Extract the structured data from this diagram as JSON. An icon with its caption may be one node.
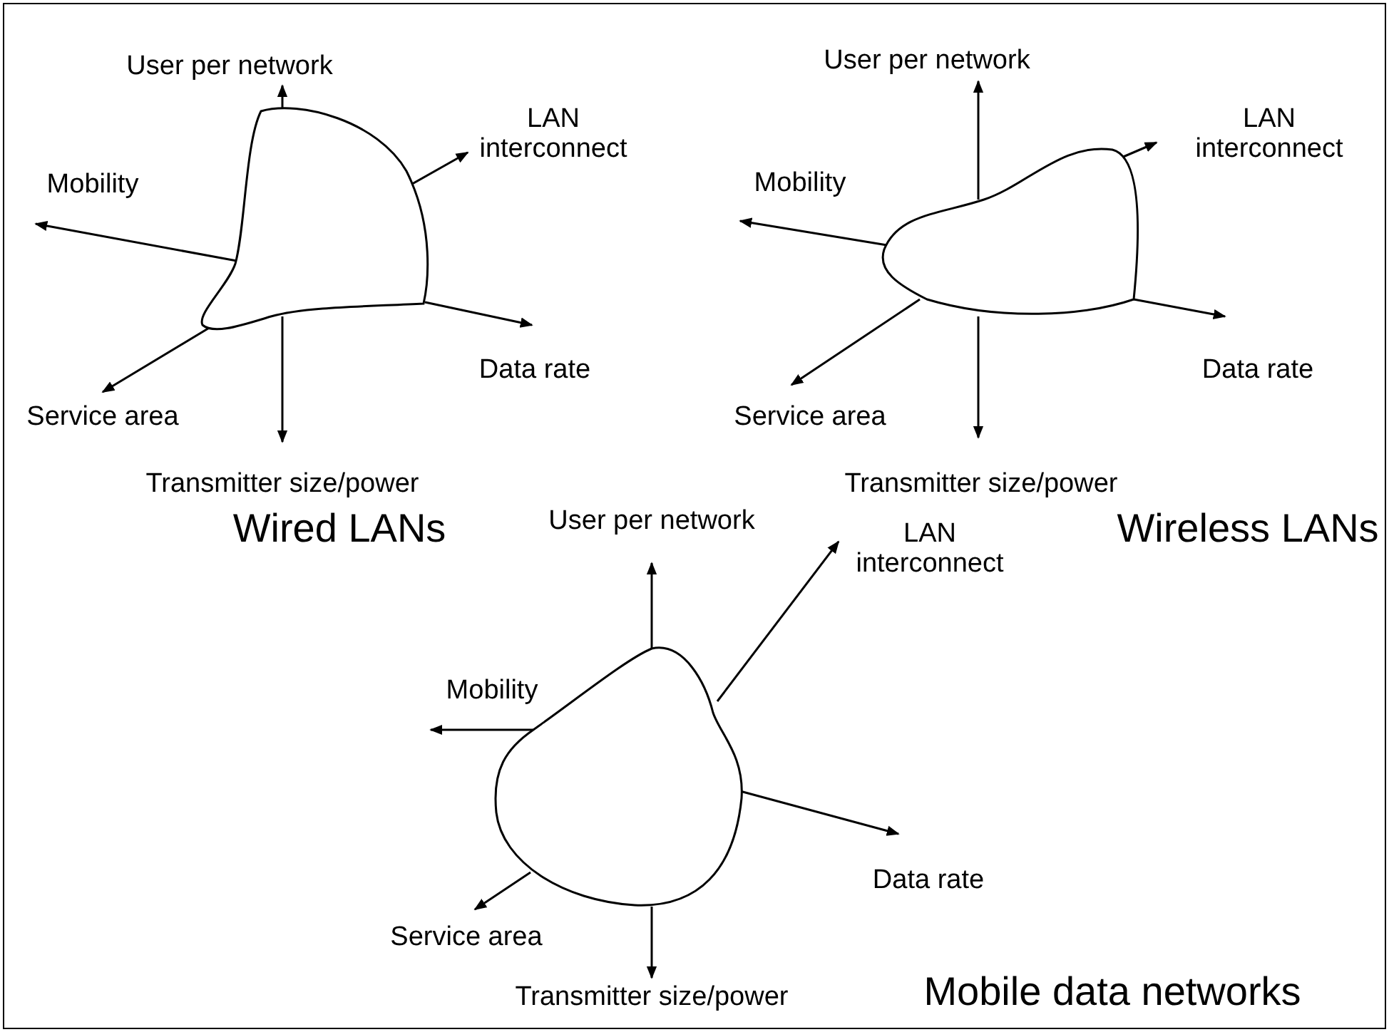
{
  "diagram": {
    "nodes": [
      {
        "text": [
          "User per network"
        ]
      },
      {
        "text": [
          "LAN interconnect"
        ]
      },
      {
        "text": [
          "Mobility"
        ]
      },
      {
        "text": [],
        "shape": "cloud"
      },
      {
        "text": [
          "Data rate"
        ]
      },
      {
        "text": [
          "Service area"
        ]
      },
      {
        "text": [
          "Transmitter size/power"
        ]
      },
      {
        "text": [
          "User per network"
        ]
      },
      {
        "text": [
          "LAN interconnect"
        ]
      },
      {
        "text": [
          "Mobility"
        ]
      },
      {
        "text": [],
        "shape": "cloud"
      },
      {
        "text": [
          "Data rate"
        ]
      },
      {
        "text": [
          "Service area"
        ]
      },
      {
        "text": [
          "Transmitter size/power"
        ]
      },
      {
        "text": [
          "User per network"
        ]
      },
      {
        "text": [
          "LAN interconnect"
        ]
      },
      {
        "text": [
          "Mobility"
        ]
      },
      {
        "text": [],
        "shape": "cloud"
      },
      {
        "text": [
          "Data rate"
        ]
      },
      {
        "text": [
          "Service area"
        ]
      },
      {
        "text": [
          "Transmitter size/power"
        ]
      }
    ],
    "edges": [
      {
        "from": 3,
        "to": 0,
        "arrow": "to"
      },
      {
        "from": 3,
        "to": 1,
        "arrow": "to"
      },
      {
        "from": 3,
        "to": 2,
        "arrow": "to"
      },
      {
        "from": 3,
        "to": 4,
        "arrow": "to"
      },
      {
        "from": 3,
        "to": 5,
        "arrow": "to"
      },
      {
        "from": 3,
        "to": 6,
        "arrow": "to"
      },
      {
        "from": 10,
        "to": 7,
        "arrow": "to"
      },
      {
        "from": 10,
        "to": 8,
        "arrow": "to"
      },
      {
        "from": 10,
        "to": 9,
        "arrow": "to"
      },
      {
        "from": 10,
        "to": 11,
        "arrow": "to"
      },
      {
        "from": 10,
        "to": 12,
        "arrow": "to"
      },
      {
        "from": 10,
        "to": 13,
        "arrow": "to"
      },
      {
        "from": 17,
        "to": 14,
        "arrow": "to"
      },
      {
        "from": 17,
        "to": 15,
        "arrow": "to"
      },
      {
        "from": 17,
        "to": 16,
        "arrow": "to"
      },
      {
        "from": 17,
        "to": 18,
        "arrow": "to"
      },
      {
        "from": 17,
        "to": 19,
        "arrow": "to"
      },
      {
        "from": 17,
        "to": 20,
        "arrow": "to"
      }
    ],
    "labels": [
      "Wired LANs",
      "Wireless LANs",
      "Mobile data networks"
    ]
  }
}
